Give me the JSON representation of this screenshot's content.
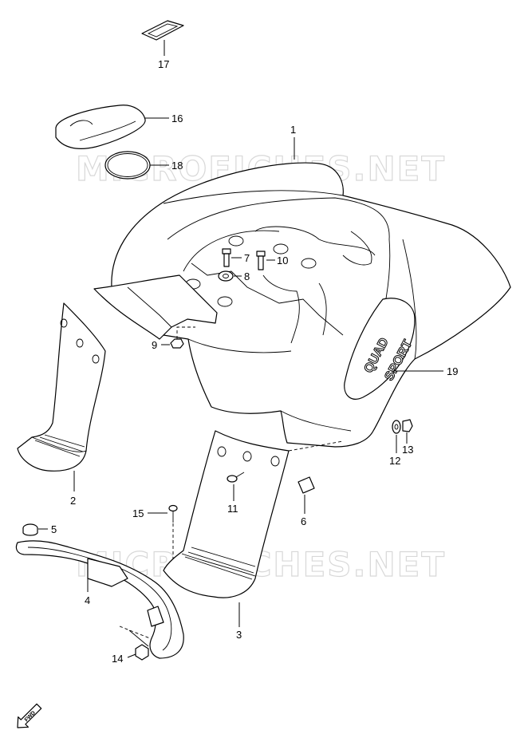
{
  "watermark": {
    "text": "MICROFICHES.NET"
  },
  "fwd_label": "FWD",
  "parts": [
    {
      "no": "1"
    },
    {
      "no": "2"
    },
    {
      "no": "3"
    },
    {
      "no": "4"
    },
    {
      "no": "5"
    },
    {
      "no": "6"
    },
    {
      "no": "7"
    },
    {
      "no": "8"
    },
    {
      "no": "9"
    },
    {
      "no": "10"
    },
    {
      "no": "11"
    },
    {
      "no": "12"
    },
    {
      "no": "13"
    },
    {
      "no": "14"
    },
    {
      "no": "15"
    },
    {
      "no": "16"
    },
    {
      "no": "17"
    },
    {
      "no": "18"
    },
    {
      "no": "19"
    }
  ],
  "decal_text": [
    "QUAD",
    "SPORT"
  ]
}
